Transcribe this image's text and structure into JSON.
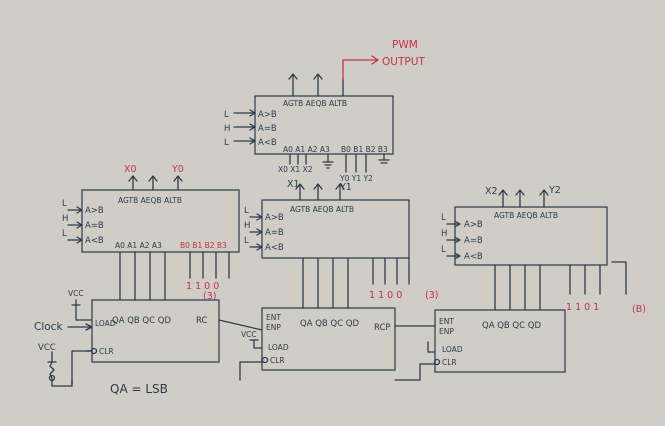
{
  "output": {
    "label_line1": "PWM",
    "label_line2": "OUTPUT"
  },
  "top_comparator": {
    "outputs": "AGTB AEQB ALTB",
    "in_gt": "A>B",
    "in_eq": "A=B",
    "in_lt": "A<B",
    "level_gt": "L",
    "level_eq": "H",
    "level_lt": "L",
    "a_pins": "A0 A1 A2 A3",
    "b_pins": "B0 B1 B2 B3",
    "a_vals": "X0 X1 X2",
    "b_vals": "Y0 Y1 Y2"
  },
  "left_comparator": {
    "outputs": "AGTB AEQB ALTB",
    "out_x": "X0",
    "out_y": "Y0",
    "in_gt": "A>B",
    "in_eq": "A=B",
    "in_lt": "A<B",
    "level_gt": "L",
    "level_eq": "H",
    "level_lt": "L",
    "a_pins": "A0 A1 A2 A3",
    "b_pins": "B0 B1 B2 B3",
    "b_bits": "1 1 0 0",
    "b_value": "(3)"
  },
  "mid_comparator": {
    "outputs": "AGTB AEQB ALTB",
    "out_x": "X1",
    "out_y": "Y1",
    "in_gt": "A>B",
    "in_eq": "A=B",
    "in_lt": "A<B",
    "level_gt": "L",
    "level_eq": "H",
    "level_lt": "L",
    "b_bits": "1 1 0 0",
    "b_value": "(3)"
  },
  "right_comparator": {
    "outputs": "AGTB AEQB ALTB",
    "out_x": "X2",
    "out_y": "Y2",
    "in_gt": "A>B",
    "in_eq": "A=B",
    "in_lt": "A<B",
    "level_gt": "L",
    "level_eq": "H",
    "level_lt": "L",
    "b_bits": "1 1 0 1",
    "b_value": "(B)"
  },
  "left_counter": {
    "vcc": "VCC",
    "clock": "Clock",
    "load": "LOAD",
    "clr": "CLR",
    "q_pins": "QA QB QC QD",
    "rc": "RC"
  },
  "mid_counter": {
    "ent": "ENT",
    "enp": "ENP",
    "vcc": "VCC",
    "load": "LOAD",
    "clr": "CLR",
    "q_pins": "QA QB QC QD",
    "rc": "RCP"
  },
  "right_counter": {
    "ent": "ENT",
    "enp": "ENP",
    "load": "LOAD",
    "clr": "CLR",
    "q_pins": "QA QB QC QD"
  },
  "vcc_bottom": "VCC",
  "note": "QA = LSB"
}
